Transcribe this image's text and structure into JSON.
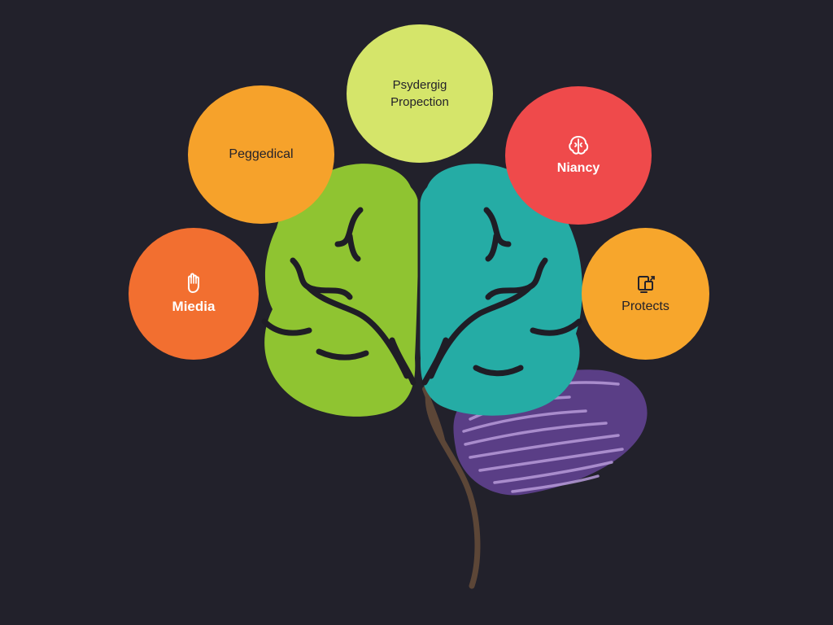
{
  "colors": {
    "background": "#22212b",
    "top_bubble": "#d5e56a",
    "left_upper_bubble": "#f6a22b",
    "right_upper_bubble": "#ef4a4b",
    "left_lower_bubble": "#f26f30",
    "right_lower_bubble": "#f7a62c",
    "brain_left": "#8fc431",
    "brain_right": "#25aca5",
    "cerebellum": "#5a3e86",
    "stem": "#5c4637",
    "folds": "#1f1d26"
  },
  "bubbles": {
    "top": {
      "line1": "Psydergig",
      "line2": "Propection"
    },
    "left_upper": {
      "label": "Peggedical"
    },
    "right_upper": {
      "label": "Niancy",
      "icon": "brain-icon"
    },
    "left_lower": {
      "label": "Miedia",
      "icon": "hand-icon"
    },
    "right_lower": {
      "label": "Protects",
      "icon": "devices-icon"
    }
  }
}
